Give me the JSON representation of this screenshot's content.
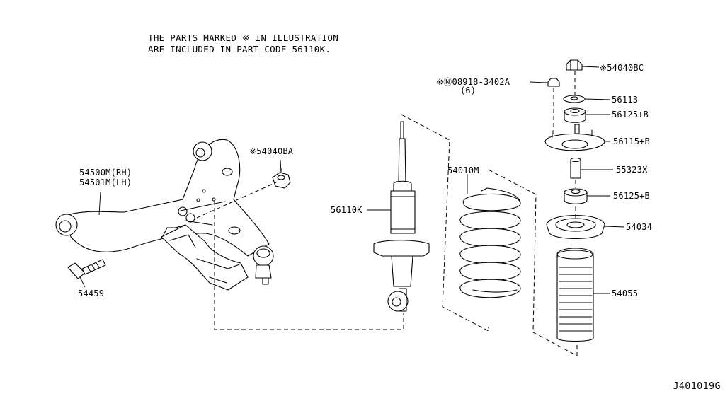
{
  "note": {
    "line1": "THE PARTS MARKED ※ IN ILLUSTRATION",
    "line2": "ARE INCLUDED IN PART CODE 56110K."
  },
  "labels": {
    "p54040BC": "※54040BC",
    "p08918": "※Ⓝ08918-3402A",
    "p08918_qty": "(6)",
    "p56113": "56113",
    "p56125B_upper": "56125+B",
    "p56115B": "56115+B",
    "p55323X": "55323X",
    "p56125B_lower": "56125+B",
    "p54034": "54034",
    "p54055": "54055",
    "p54010M": "54010M",
    "p56110K": "56110K",
    "p54040BA": "※54040BA",
    "p54500M": "54500M(RH)",
    "p54501M": "54501M(LH)",
    "p54459": "54459"
  },
  "diagram_code": "J401019G"
}
